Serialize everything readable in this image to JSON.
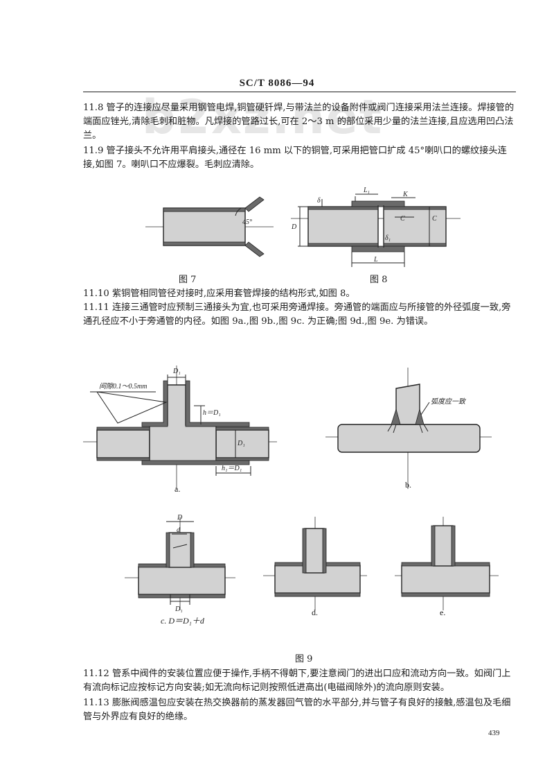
{
  "header": {
    "code": "SC/T  8086—94"
  },
  "watermark": "b2xz.net",
  "paragraphs": {
    "p11_8": "11.8  管子的连接应尽量采用钢管电焊,铜管硬钎焊,与带法兰的设备附件或阀门连接采用法兰连接。焊接管的端面应锉光,清除毛刺和脏物。凡焊接的管路过长,可在 2～3 m 的部位采用少量的法兰连接,且应选用凹凸法兰。",
    "p11_9": "11.9  管子接头不允许用平肩接头,通径在 16 mm 以下的铜管,可采用把管口扩成 45°喇叭口的螺纹接头连接,如图 7。喇叭口不应爆裂。毛刺应清除。",
    "p11_10": "11.10  紫铜管相同管径对接时,应采用套管焊接的结构形式,如图 8。",
    "p11_11": "11.11  连接三通管时应预制三通接头为宜,也可采用旁通焊接。旁通管的端面应与所接管的外径弧度一致,旁通孔径应不小于旁通管的内径。如图 9a.,图 9b.,图 9c. 为正确;图 9d.,图 9e. 为错误。",
    "p11_12": "11.12  管系中阀件的安装位置应便于操作,手柄不得朝下,要注意阀门的进出口应和流动方向一致。如阀门上有流向标记应按标记方向安装;如无流向标记则按照低进高出(电磁阀除外)的流向原则安装。",
    "p11_13": "11.13  膨胀阀感温包应安装在热交换器前的蒸发器回气管的水平部分,并与管子有良好的接触,感温包及毛细管与外界应有良好的绝缘。"
  },
  "figures": {
    "fig7": {
      "caption": "图 7",
      "angle": "45°"
    },
    "fig8": {
      "caption": "图 8",
      "labels": {
        "L1": "L₁",
        "K": "K",
        "delta": "δ",
        "D": "D",
        "C_arrow": "C",
        "C": "C",
        "delta1": "δ₁",
        "L": "L"
      }
    },
    "fig9": {
      "caption": "图 9",
      "a": {
        "label": "a.",
        "gap_note": "间隙0.1～0.5mm",
        "D1_top": "D₁",
        "h_eq": "h＝D₁",
        "D1_side": "D₁",
        "h1_eq": "h₁＝D₁"
      },
      "b": {
        "label": "b.",
        "note": "弧度应一致"
      },
      "c": {
        "label": "c. D＝D₁＋d",
        "D": "D",
        "d": "d",
        "D1": "D₁"
      },
      "d": {
        "label": "d."
      },
      "e": {
        "label": "e."
      }
    }
  },
  "page_number": "439"
}
